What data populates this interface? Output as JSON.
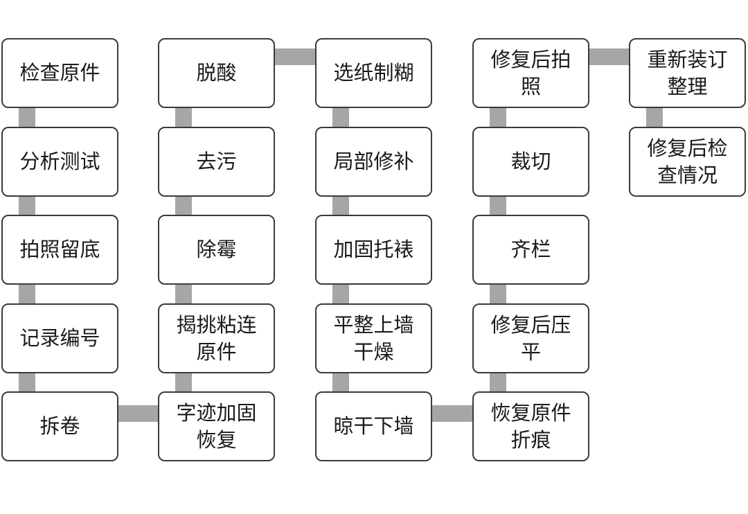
{
  "diagram": {
    "connector_color": "#a6a6a6",
    "border_color": "#3a3a3a",
    "steps": [
      "检查原件",
      "分析测试",
      "拍照留底",
      "记录编号",
      "拆卷",
      "字迹加固恢复",
      "揭挑粘连原件",
      "除霉",
      "去污",
      "脱酸",
      "选纸制糊",
      "局部修补",
      "加固托裱",
      "平整上墙干燥",
      "晾干下墙",
      "恢复原件折痕",
      "修复后压平",
      "齐栏",
      "裁切",
      "修复后拍照",
      "重新装订整理",
      "修复后检查情况"
    ]
  }
}
